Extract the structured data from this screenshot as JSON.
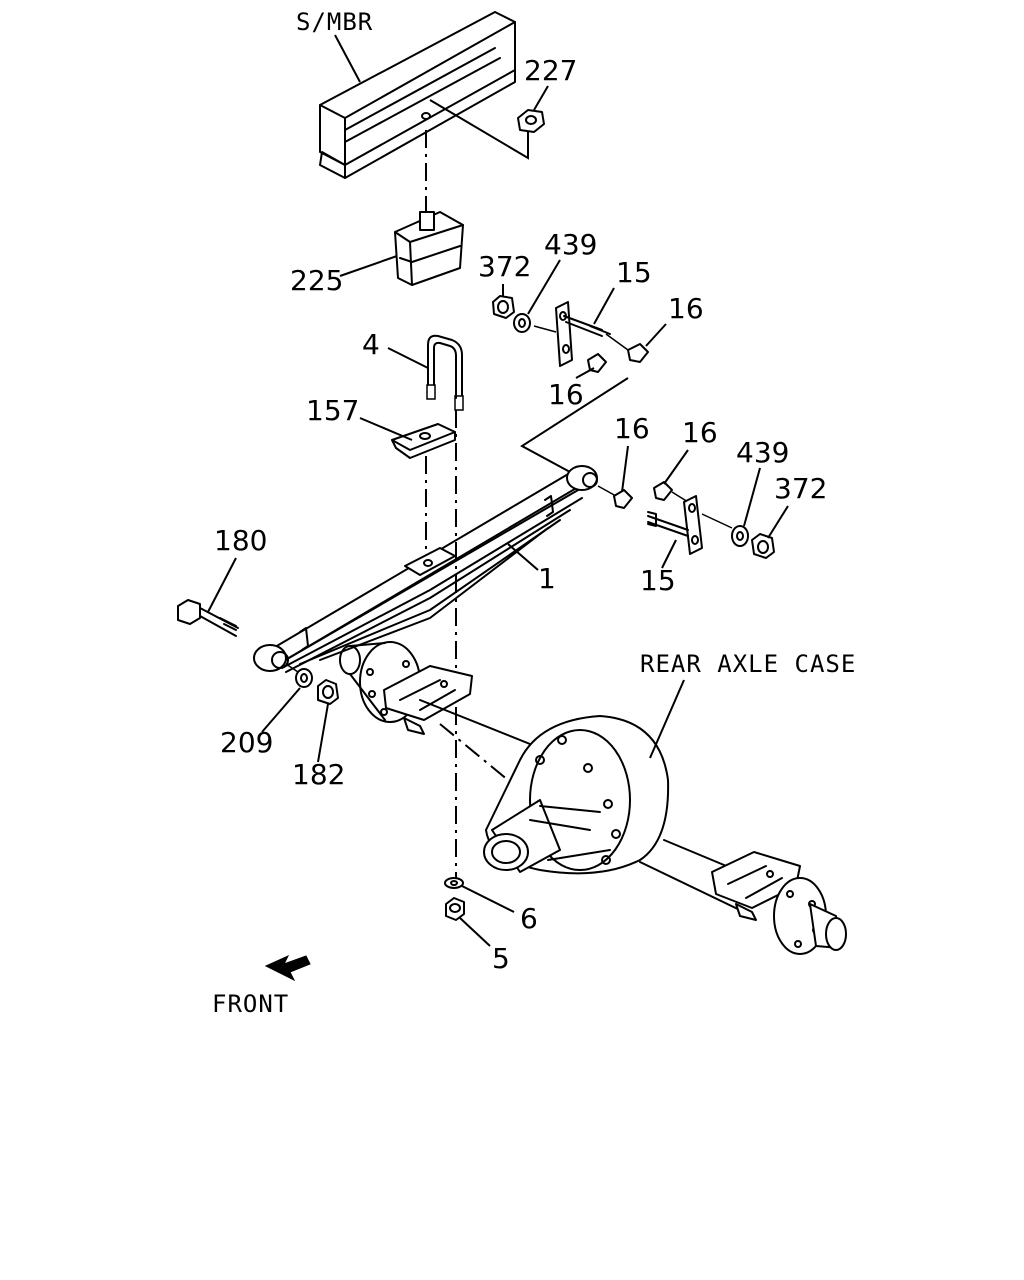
{
  "diagram": {
    "labels": {
      "smbr": "S/MBR",
      "p227": "227",
      "p225": "225",
      "p372a": "372",
      "p439a": "439",
      "p15a": "15",
      "p16a": "16",
      "p16b": "16",
      "p4": "4",
      "p157": "157",
      "p16c": "16",
      "p16d": "16",
      "p439b": "439",
      "p372b": "372",
      "p180": "180",
      "p1": "1",
      "p15b": "15",
      "rear_axle_case": "REAR AXLE CASE",
      "p209": "209",
      "p182": "182",
      "p6": "6",
      "p5": "5",
      "front": "FRONT"
    }
  }
}
